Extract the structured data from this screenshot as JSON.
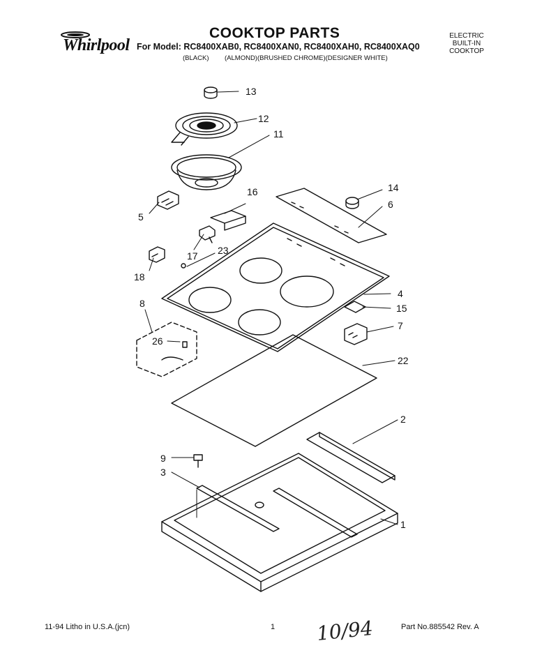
{
  "header": {
    "brand": "Whirlpool",
    "title": "COOKTOP PARTS",
    "model_label": "For Model:",
    "models": "RC8400XAB0, RC8400XAN0, RC8400XAH0, RC8400XAQ0",
    "colors": {
      "black": "(BLACK)",
      "rest": "(ALMOND)(BRUSHED CHROME)(DESIGNER WHITE)"
    },
    "product_type": [
      "ELECTRIC",
      "BUILT-IN",
      "COOKTOP"
    ]
  },
  "callouts": [
    {
      "id": "c13",
      "label": "13"
    },
    {
      "id": "c12",
      "label": "12"
    },
    {
      "id": "c11",
      "label": "11"
    },
    {
      "id": "c16",
      "label": "16"
    },
    {
      "id": "c5",
      "label": "5"
    },
    {
      "id": "c17",
      "label": "17"
    },
    {
      "id": "c23",
      "label": "23"
    },
    {
      "id": "c18",
      "label": "18"
    },
    {
      "id": "c14",
      "label": "14"
    },
    {
      "id": "c6",
      "label": "6"
    },
    {
      "id": "c4",
      "label": "4"
    },
    {
      "id": "c15",
      "label": "15"
    },
    {
      "id": "c7",
      "label": "7"
    },
    {
      "id": "c8",
      "label": "8"
    },
    {
      "id": "c26",
      "label": "26"
    },
    {
      "id": "c22",
      "label": "22"
    },
    {
      "id": "c2",
      "label": "2"
    },
    {
      "id": "c9",
      "label": "9"
    },
    {
      "id": "c3",
      "label": "3"
    },
    {
      "id": "c1",
      "label": "1"
    }
  ],
  "footer": {
    "print_info": "11-94  Litho in U.S.A.(jcn)",
    "page": "1",
    "handwritten": "10/94",
    "part_no": "Part No.885542 Rev. A"
  }
}
